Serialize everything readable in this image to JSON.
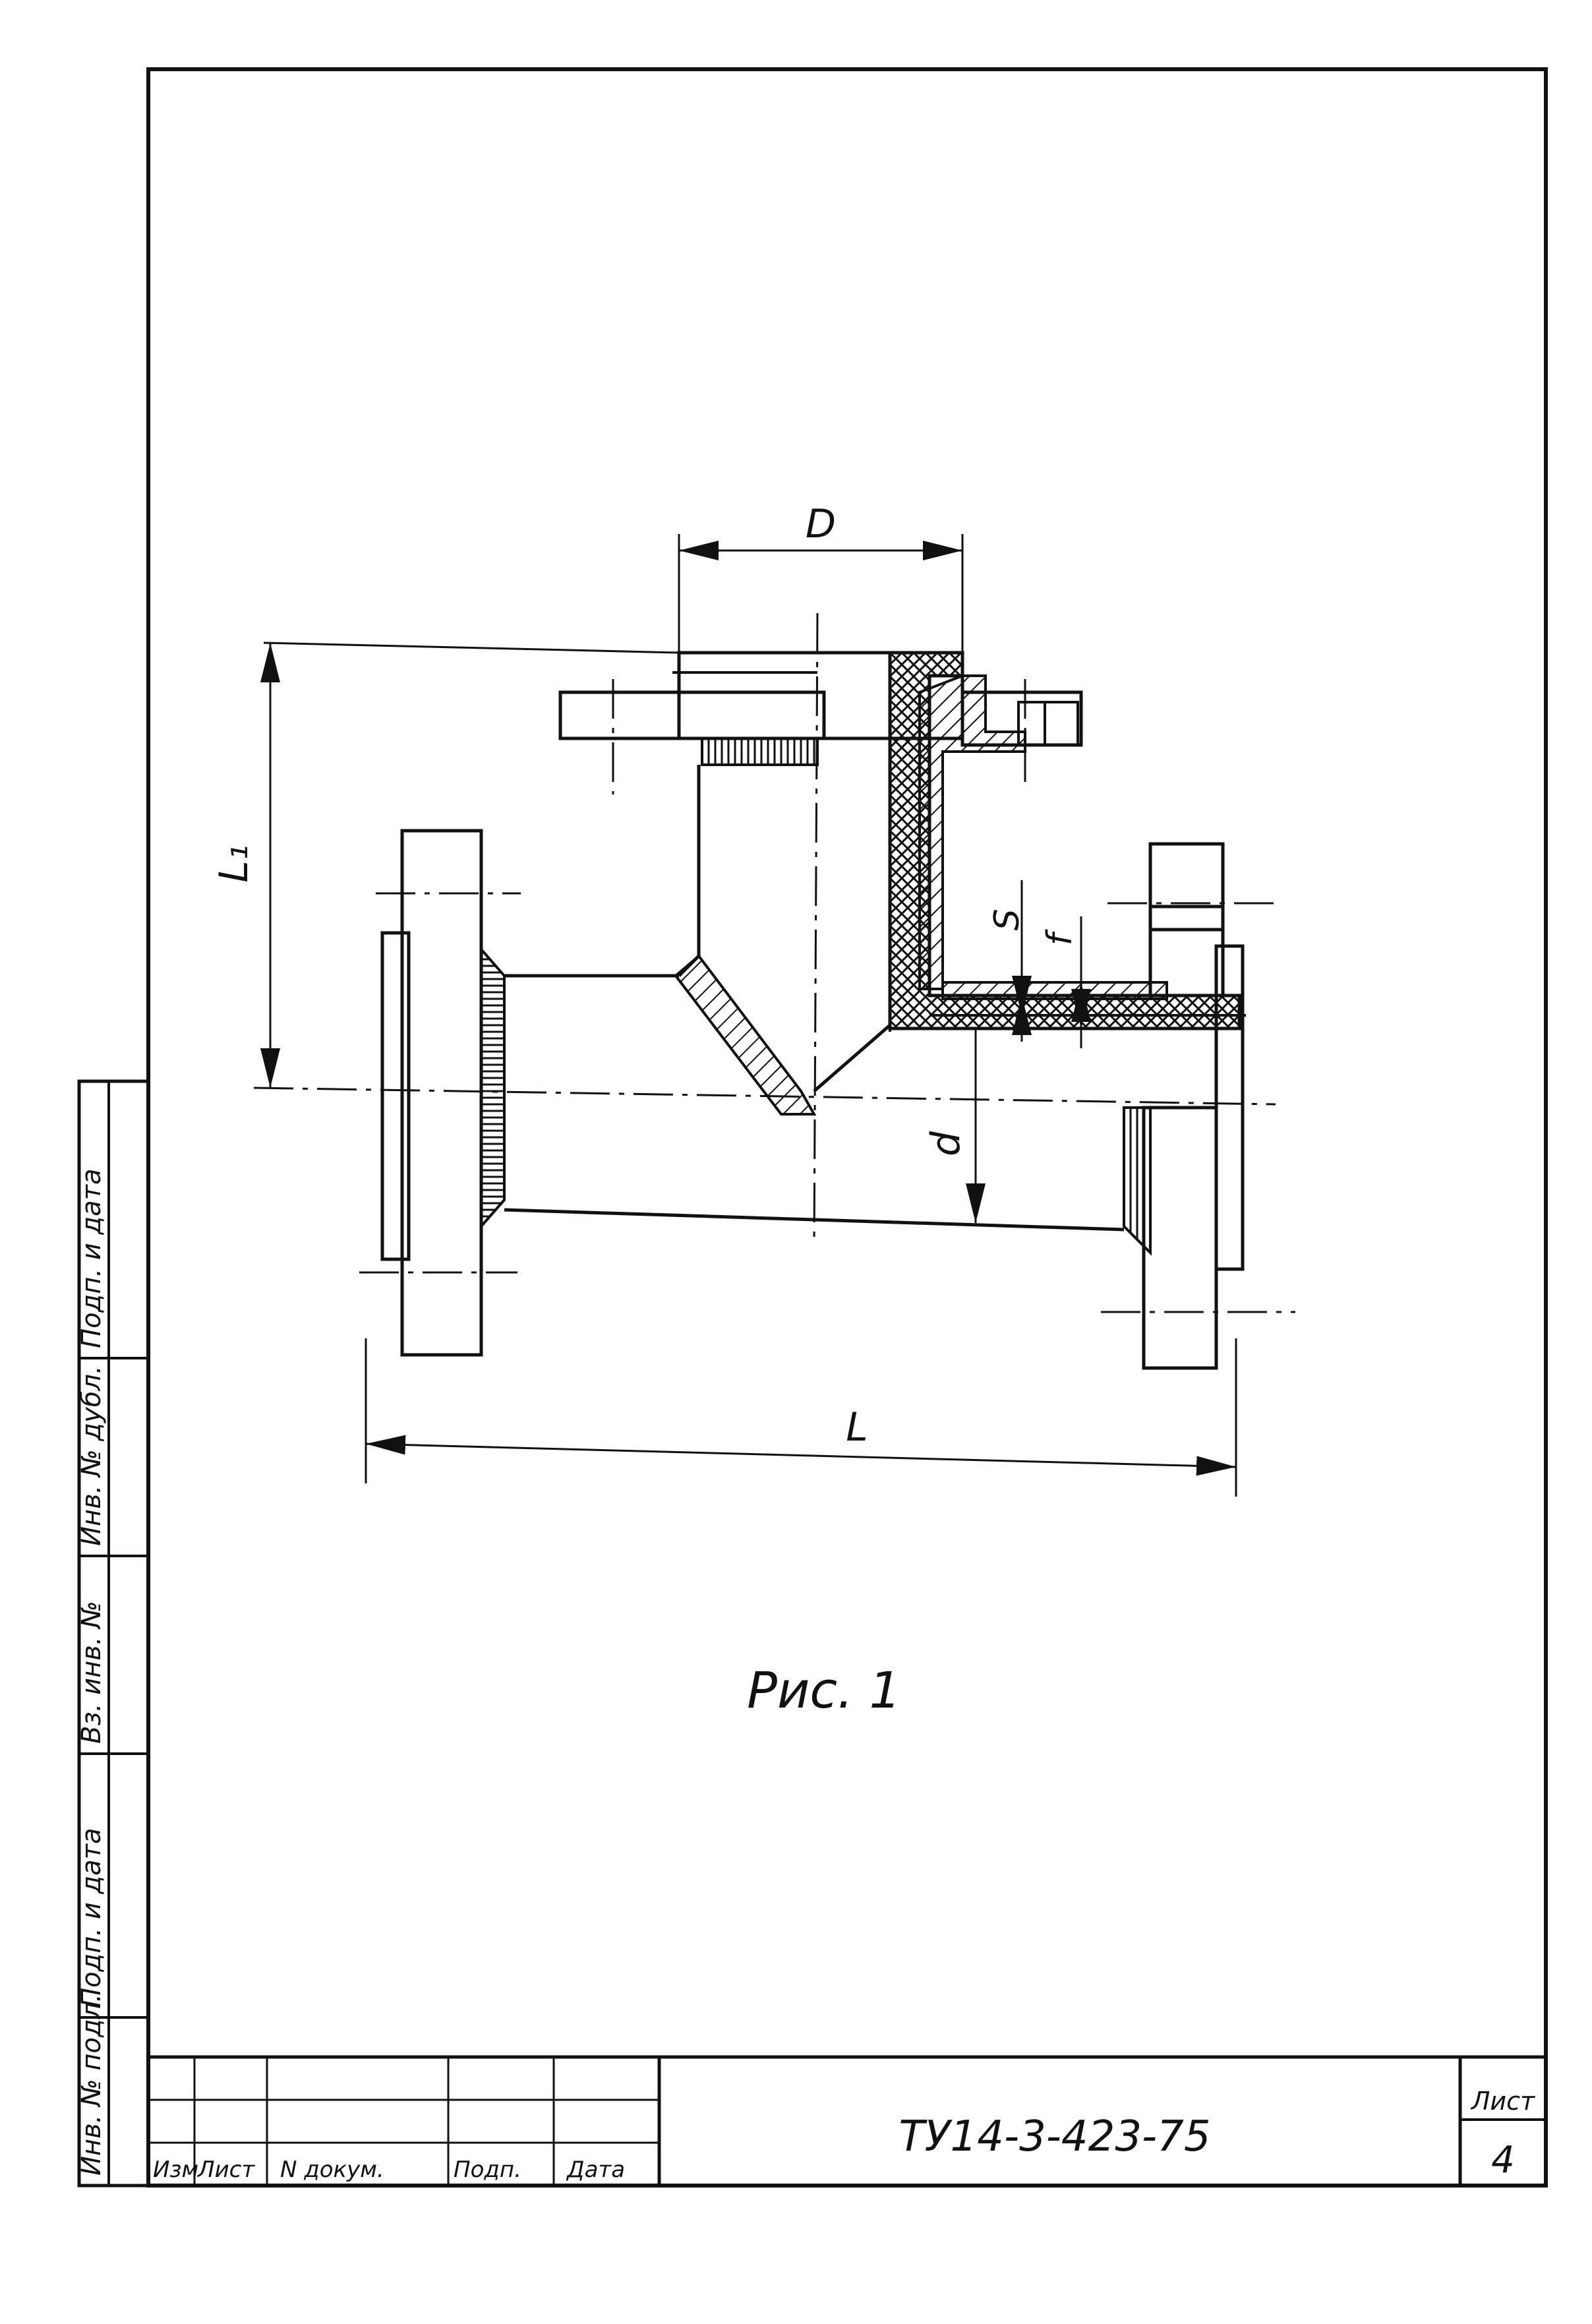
{
  "drawing": {
    "dimensions": {
      "D": "D",
      "L1": "L₁",
      "L": "L",
      "d": "d",
      "S": "S",
      "f": "f"
    },
    "caption": "Рис. 1"
  },
  "side_stamp": {
    "fields": [
      "Инв. № подл.",
      "Подп. и дата",
      "Вз. инв. №",
      "Инв. № дубл.",
      "Подп. и дата"
    ]
  },
  "title_block": {
    "headers": [
      "Изм",
      "Лист",
      "N докум.",
      "Подп.",
      "Дата"
    ],
    "designation": "ТУ14-3-423-75",
    "sheet_label": "Лист",
    "sheet_number": "4"
  }
}
